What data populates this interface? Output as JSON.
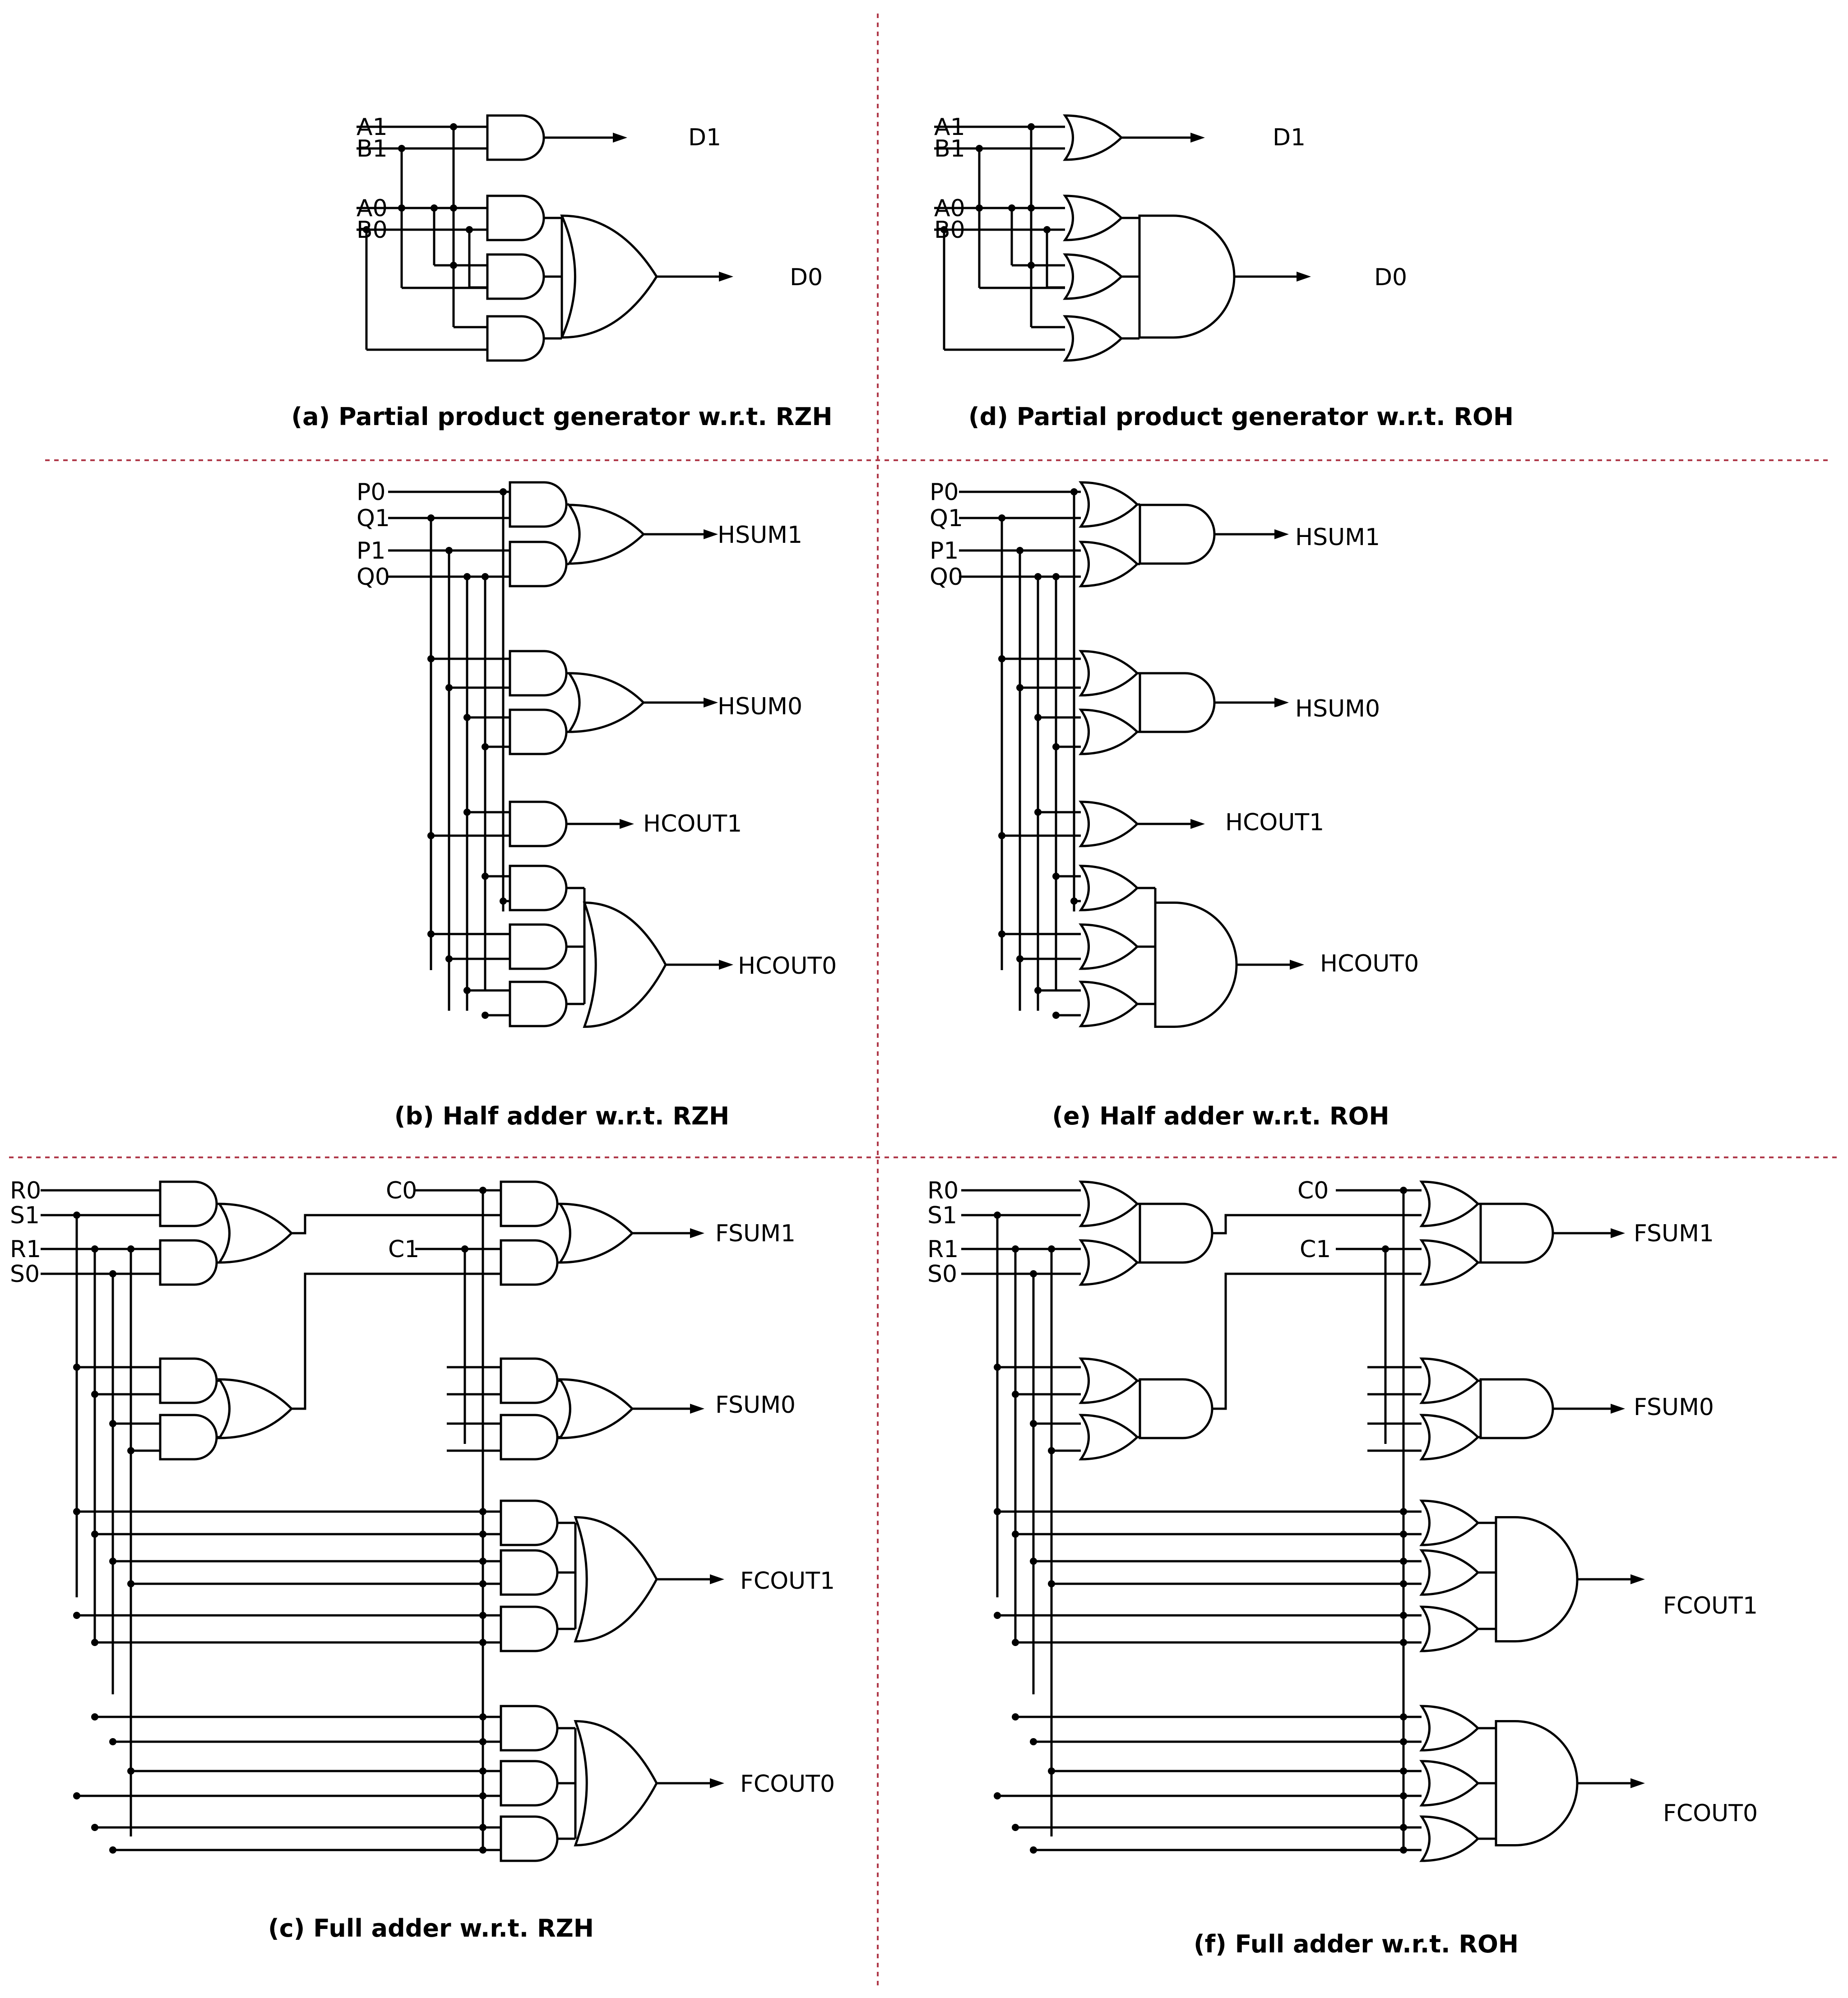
{
  "colors": {
    "line": "#000000",
    "separator": "#b03a4a",
    "background": "#ffffff"
  },
  "panels": {
    "a": {
      "caption": "(a) Partial product generator w.r.t. RZH",
      "inputs": [
        "A1",
        "B1",
        "A0",
        "B0"
      ],
      "outputs": [
        "D1",
        "D0"
      ]
    },
    "d": {
      "caption": "(d) Partial product generator w.r.t. ROH",
      "inputs": [
        "A1",
        "B1",
        "A0",
        "B0"
      ],
      "outputs": [
        "D1",
        "D0"
      ]
    },
    "b": {
      "caption": "(b) Half adder w.r.t. RZH",
      "inputs": [
        "P0",
        "Q1",
        "P1",
        "Q0"
      ],
      "outputs": [
        "HSUM1",
        "HSUM0",
        "HCOUT1",
        "HCOUT0"
      ]
    },
    "e": {
      "caption": "(e) Half adder w.r.t. ROH",
      "inputs": [
        "P0",
        "Q1",
        "P1",
        "Q0"
      ],
      "outputs": [
        "HSUM1",
        "HSUM0",
        "HCOUT1",
        "HCOUT0"
      ]
    },
    "c": {
      "caption": "(c) Full adder w.r.t. RZH",
      "inputs": [
        "R0",
        "S1",
        "R1",
        "S0"
      ],
      "carry_inputs": [
        "C0",
        "C1"
      ],
      "outputs": [
        "FSUM1",
        "FSUM0",
        "FCOUT1",
        "FCOUT0"
      ]
    },
    "f": {
      "caption": "(f) Full adder w.r.t. ROH",
      "inputs": [
        "R0",
        "S1",
        "R1",
        "S0"
      ],
      "carry_inputs": [
        "C0",
        "C1"
      ],
      "outputs": [
        "FSUM1",
        "FSUM0",
        "FCOUT1",
        "FCOUT0"
      ]
    }
  }
}
